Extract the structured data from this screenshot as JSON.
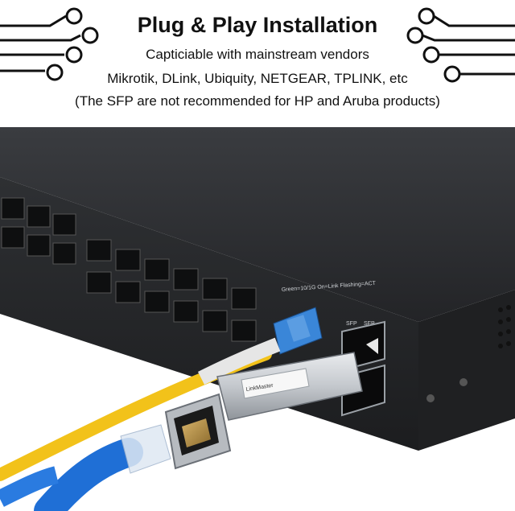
{
  "header": {
    "title": "Plug & Play Installation",
    "line1": "Capticiable with mainstream vendors",
    "line2": "Mikrotik, DLink, Ubiquity, NETGEAR, TPLINK, etc",
    "line3": "(The SFP are not recommended for HP and Aruba products)"
  },
  "photo": {
    "panel_text": "Green=10/1G On=Link Flashing=ACT",
    "port_labels": [
      "SFP",
      "SFP"
    ],
    "module_brand": "LinkMaster",
    "colors": {
      "switch_body": "#2b2d30",
      "fiber_cable": "#f2c21a",
      "ethernet_cable": "#1f6fd6",
      "lc_connector": "#3a86d8"
    }
  }
}
